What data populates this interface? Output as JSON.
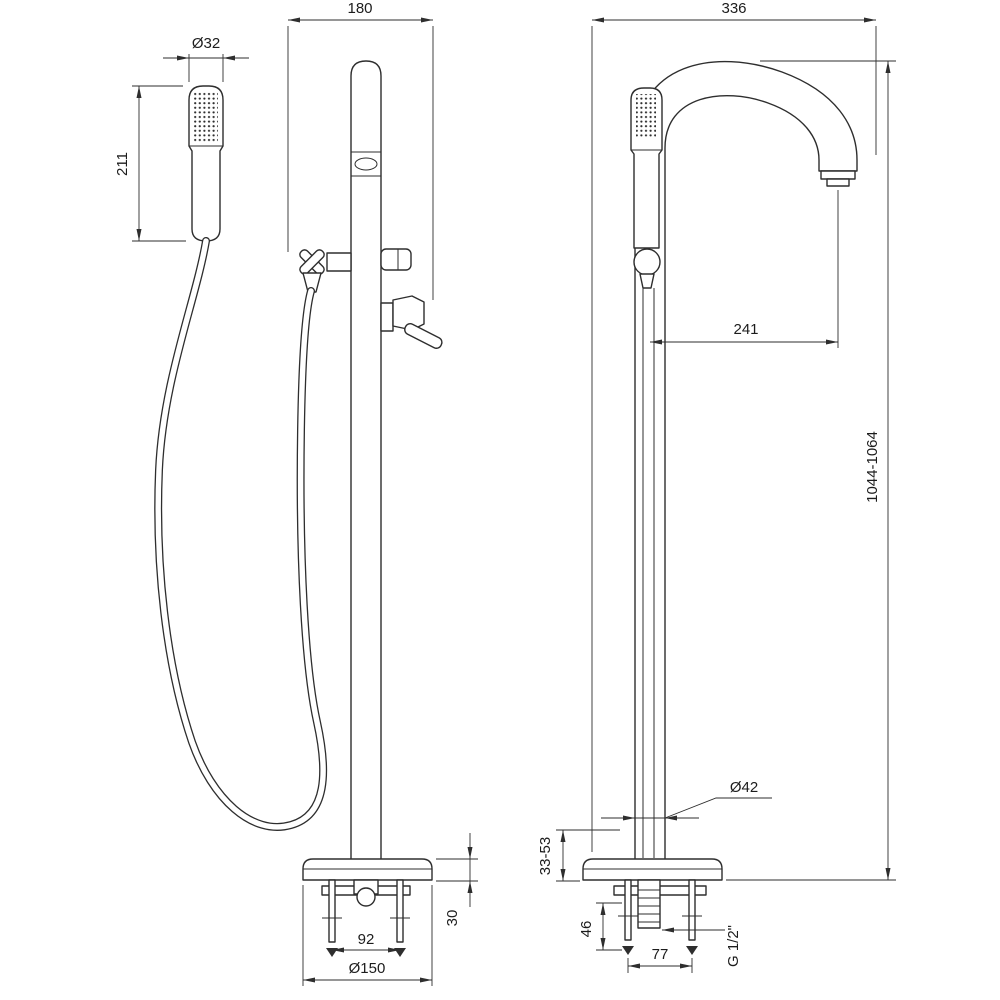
{
  "front_view": {
    "handshower_diameter": "Ø32",
    "handshower_length": "211",
    "handle_span": "180",
    "base_height": "30",
    "bolt_spacing": "92",
    "base_diameter": "Ø150"
  },
  "side_view": {
    "overall_depth": "336",
    "spout_reach": "241",
    "overall_height": "1044-1064",
    "column_diameter": "Ø42",
    "base_adjust_range": "33-53",
    "underfloor_depth": "46",
    "anchor_spacing": "77",
    "connection_thread": "G 1/2\""
  }
}
